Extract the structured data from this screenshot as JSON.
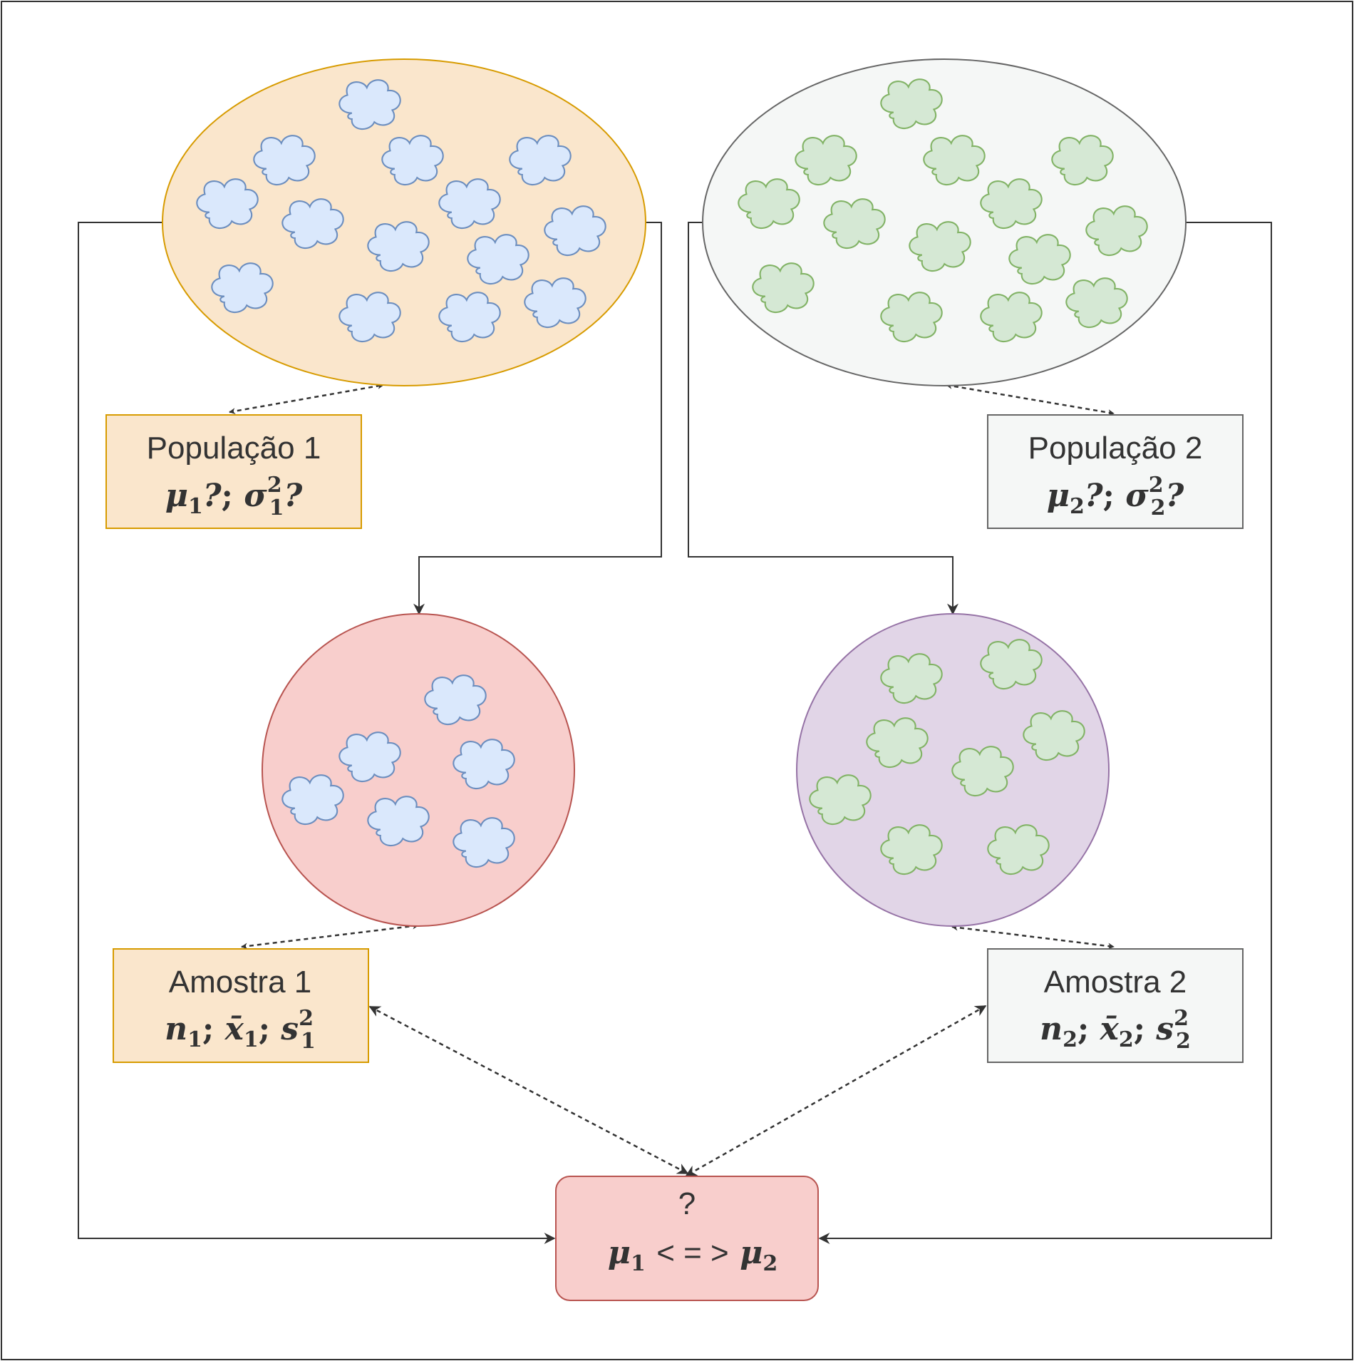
{
  "colors": {
    "population1_fill": "#fae6cc",
    "population1_stroke": "#d79b00",
    "population2_fill": "#f5f7f6",
    "population2_stroke": "#666666",
    "sample1_fill": "#f8cecc",
    "sample1_stroke": "#b85450",
    "sample2_fill": "#e1d5e7",
    "sample2_stroke": "#9673a6",
    "blue_cloud_fill": "#dae8fc",
    "blue_cloud_stroke": "#6c8ebf",
    "green_cloud_fill": "#d5e8d4",
    "green_cloud_stroke": "#82b366",
    "result_fill": "#f8cecc",
    "result_stroke": "#b85450",
    "line": "#333333"
  },
  "population1": {
    "title": "População 1",
    "mu": "μ",
    "mu_sub": "1",
    "q1": "?",
    "sep": ";",
    "sigma": "σ",
    "sigma_sup": "2",
    "sigma_sub": "1",
    "q2": "?"
  },
  "population2": {
    "title": "População 2",
    "mu": "μ",
    "mu_sub": "2",
    "q1": "?",
    "sep": ";",
    "sigma": "σ",
    "sigma_sup": "2",
    "sigma_sub": "2",
    "q2": "?"
  },
  "sample1": {
    "title": "Amostra 1",
    "n": "n",
    "n_sub": "1",
    "sep1": ";",
    "xbar": "x̄",
    "xbar_sub": "1",
    "sep2": ";",
    "s": "s",
    "s_sup": "2",
    "s_sub": "1"
  },
  "sample2": {
    "title": "Amostra 2",
    "n": "n",
    "n_sub": "2",
    "sep1": ";",
    "xbar": "x̄",
    "xbar_sub": "2",
    "sep2": ";",
    "s": "s",
    "s_sup": "2",
    "s_sub": "2"
  },
  "result": {
    "question": "?",
    "mu_left": "μ",
    "mu_left_sub": "1",
    "comparison": "< = >",
    "mu_right": "μ",
    "mu_right_sub": "2"
  }
}
